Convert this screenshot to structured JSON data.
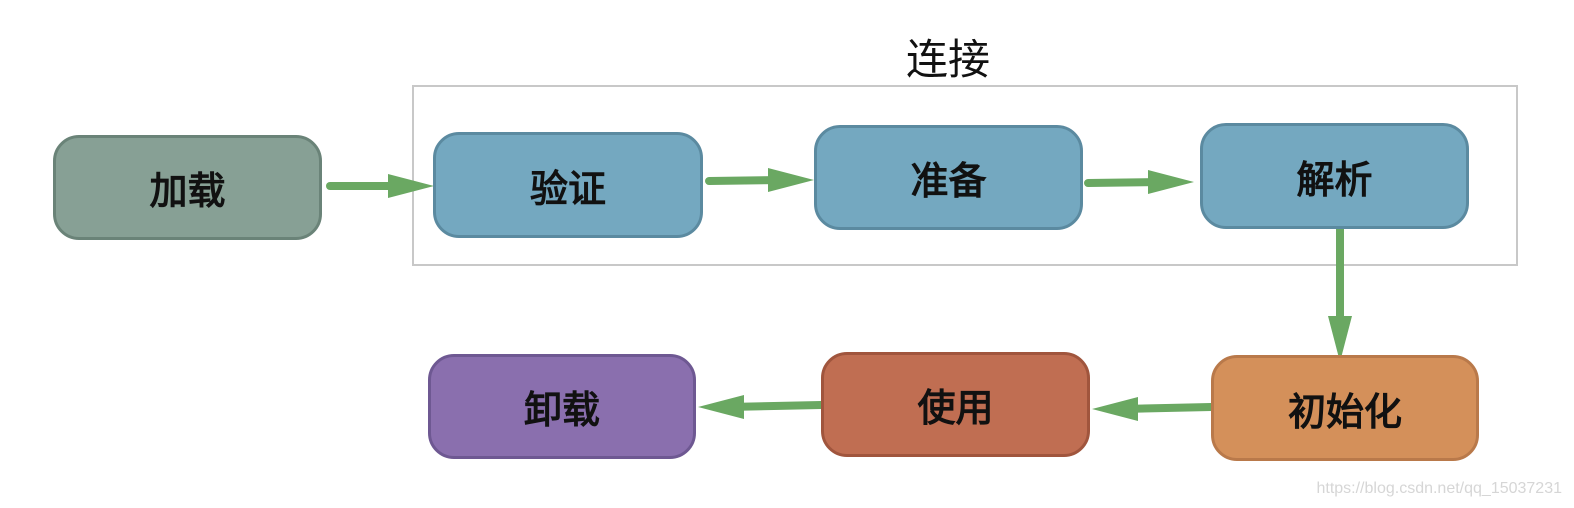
{
  "group": {
    "title": "连接"
  },
  "nodes": {
    "load": {
      "label": "加载",
      "fill": "#87a095",
      "stroke": "#6a8378"
    },
    "verify": {
      "label": "验证",
      "fill": "#74a8c0",
      "stroke": "#5b8aa0"
    },
    "prepare": {
      "label": "准备",
      "fill": "#74a8c0",
      "stroke": "#5b8aa0"
    },
    "resolve": {
      "label": "解析",
      "fill": "#74a8c0",
      "stroke": "#5b8aa0"
    },
    "initialize": {
      "label": "初始化",
      "fill": "#d4905a",
      "stroke": "#b9794a"
    },
    "use": {
      "label": "使用",
      "fill": "#c06e52",
      "stroke": "#a0553d"
    },
    "unload": {
      "label": "卸载",
      "fill": "#8a6fae",
      "stroke": "#6e5892"
    }
  },
  "edges": [
    {
      "from": "加载",
      "to": "验证"
    },
    {
      "from": "验证",
      "to": "准备"
    },
    {
      "from": "准备",
      "to": "解析"
    },
    {
      "from": "解析",
      "to": "初始化"
    },
    {
      "from": "初始化",
      "to": "使用"
    },
    {
      "from": "使用",
      "to": "卸载"
    }
  ],
  "colors": {
    "arrow": "#6aa862",
    "group_border": "#c8c8c8"
  },
  "watermark": "https://blog.csdn.net/qq_15037231"
}
